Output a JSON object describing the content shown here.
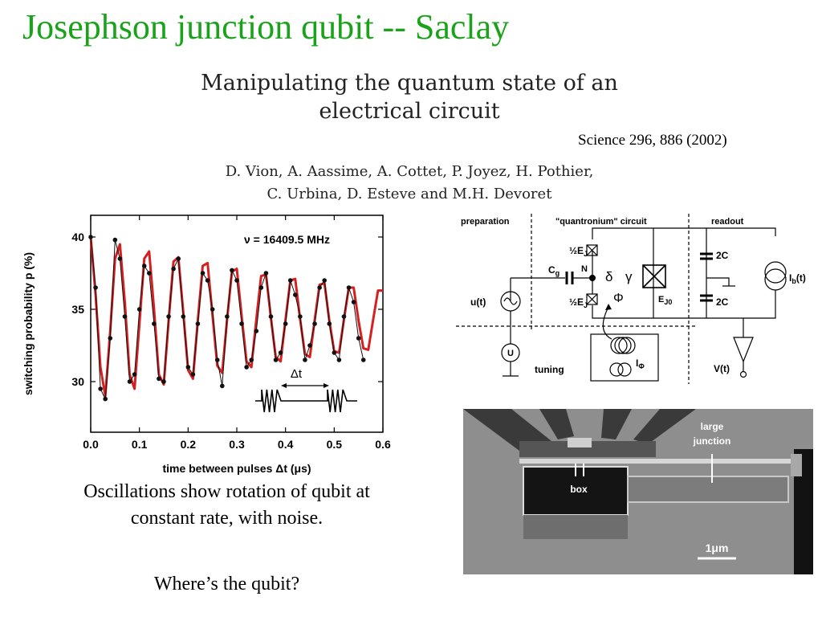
{
  "slide": {
    "title": "Josephson junction qubit -- Saclay",
    "paper_title_line1": "Manipulating the quantum state of an",
    "paper_title_line2": "electrical circuit",
    "citation": "Science 296, 886 (2002)",
    "authors_line1": "D. Vion, A. Aassime, A. Cottet, P. Joyez, H. Pothier,",
    "authors_line2": "C. Urbina, D. Esteve and M.H. Devoret",
    "caption_line1": "Oscillations show rotation of qubit at",
    "caption_line2": "constant rate, with noise.",
    "question": "Where’s the qubit?"
  },
  "chart_data": {
    "type": "line",
    "xlabel": "time between pulses  Δt (μs)",
    "ylabel": "switching probability p (%)",
    "annotation": "ν = 16409.5 MHz",
    "inset_label": "Δt",
    "xlim": [
      0.0,
      0.6
    ],
    "ylim": [
      26.5,
      41.5
    ],
    "x_ticks": [
      "0.0",
      "0.1",
      "0.2",
      "0.3",
      "0.4",
      "0.5",
      "0.6"
    ],
    "y_ticks": [
      "30",
      "35",
      "40"
    ],
    "colors": {
      "fit": "#d42020",
      "data": "#111111"
    },
    "series": [
      {
        "style": "fit-line",
        "x": [
          0.0,
          0.01,
          0.02,
          0.03,
          0.04,
          0.05,
          0.06,
          0.07,
          0.08,
          0.09,
          0.1,
          0.11,
          0.12,
          0.13,
          0.14,
          0.15,
          0.16,
          0.17,
          0.18,
          0.19,
          0.2,
          0.21,
          0.22,
          0.23,
          0.24,
          0.25,
          0.26,
          0.27,
          0.28,
          0.29,
          0.3,
          0.31,
          0.32,
          0.33,
          0.34,
          0.35,
          0.36,
          0.37,
          0.38,
          0.39,
          0.4,
          0.41,
          0.42,
          0.43,
          0.44,
          0.45,
          0.46,
          0.47,
          0.48,
          0.49,
          0.5,
          0.51,
          0.52,
          0.53,
          0.54,
          0.55,
          0.56,
          0.57,
          0.58,
          0.59,
          0.6
        ],
        "y": [
          40.0,
          36.0,
          31.0,
          29.0,
          33.5,
          38.5,
          39.5,
          35.5,
          30.5,
          29.5,
          34.0,
          38.5,
          39.0,
          35.0,
          30.5,
          29.8,
          34.2,
          38.3,
          38.6,
          34.8,
          30.8,
          30.2,
          34.3,
          38.0,
          38.2,
          34.6,
          31.1,
          30.6,
          34.3,
          37.6,
          37.8,
          34.5,
          31.4,
          31.0,
          34.3,
          37.3,
          37.4,
          34.4,
          31.7,
          31.4,
          34.3,
          37.0,
          37.1,
          34.3,
          31.9,
          31.7,
          34.3,
          36.7,
          36.8,
          34.2,
          32.1,
          32.0,
          34.3,
          36.5,
          36.5,
          34.2,
          32.3,
          32.2,
          34.3,
          36.3,
          36.3
        ]
      },
      {
        "style": "data-points",
        "x": [
          0.0,
          0.01,
          0.02,
          0.03,
          0.04,
          0.05,
          0.06,
          0.07,
          0.08,
          0.09,
          0.1,
          0.11,
          0.12,
          0.13,
          0.14,
          0.15,
          0.16,
          0.17,
          0.18,
          0.19,
          0.2,
          0.21,
          0.22,
          0.23,
          0.24,
          0.25,
          0.26,
          0.27,
          0.28,
          0.29,
          0.3,
          0.31,
          0.32,
          0.33,
          0.34,
          0.35,
          0.36,
          0.37,
          0.38,
          0.39,
          0.4,
          0.41,
          0.42,
          0.43,
          0.44,
          0.45,
          0.46,
          0.47,
          0.48,
          0.49,
          0.5,
          0.51,
          0.52,
          0.53,
          0.54,
          0.55,
          0.56
        ],
        "y": [
          40.0,
          36.5,
          29.5,
          28.8,
          33.0,
          39.8,
          38.5,
          34.5,
          30.0,
          30.5,
          35.0,
          38.0,
          37.5,
          34.0,
          30.2,
          30.0,
          34.5,
          37.8,
          38.5,
          34.5,
          31.0,
          30.5,
          34.0,
          37.5,
          37.0,
          35.0,
          31.5,
          29.7,
          34.5,
          37.7,
          37.0,
          34.0,
          31.0,
          31.5,
          33.5,
          36.5,
          37.5,
          34.5,
          31.5,
          32.0,
          34.0,
          37.0,
          36.0,
          34.5,
          31.5,
          32.5,
          34.0,
          36.5,
          37.0,
          34.0,
          32.0,
          31.5,
          34.5,
          36.5,
          35.5,
          33.0,
          31.5
        ]
      }
    ]
  },
  "circuit": {
    "label_preparation": "preparation",
    "label_quantronium": "\"quantronium\" circuit",
    "label_readout": "readout",
    "label_half": "½",
    "label_ej": "E",
    "label_ej_sub": "J",
    "label_cg": "C",
    "label_cg_sub": "g",
    "label_n": "N",
    "label_delta": "δ",
    "label_gamma": "γ",
    "label_phi": "Φ",
    "label_ej0": "E",
    "label_ej0_sub": "J0",
    "label_2c_top": "2C",
    "label_2c_bottom": "2C",
    "label_ib": "I",
    "label_ib_sub": "b",
    "label_ib_t": "(t)",
    "label_ut": "u(t)",
    "label_u": "U",
    "label_tuning": "tuning",
    "label_iphi": "I",
    "label_iphi_sub": "Φ",
    "label_vt": "V(t)"
  },
  "micrograph": {
    "label_large": "large",
    "label_junction": "junction",
    "label_box": "box",
    "scale_bar": "1μm"
  }
}
